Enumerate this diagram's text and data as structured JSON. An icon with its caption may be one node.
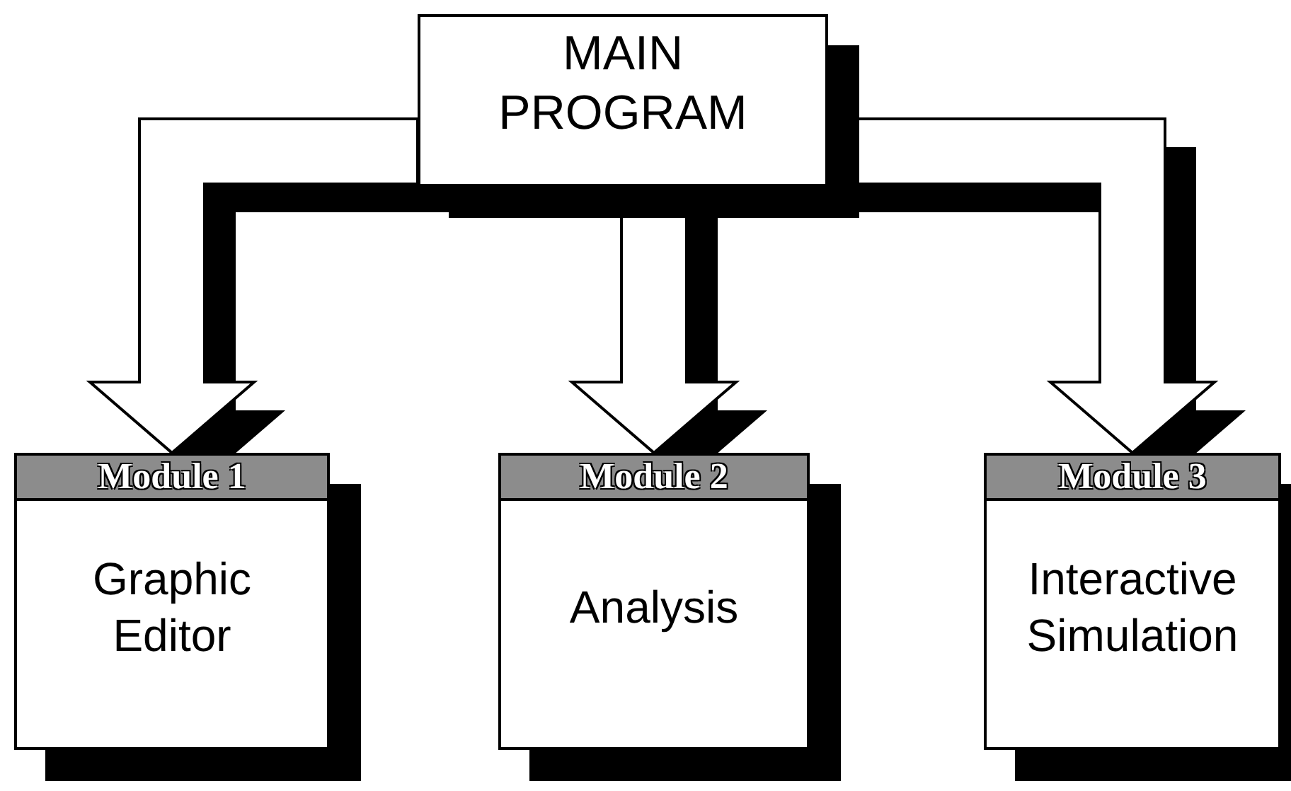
{
  "diagram": {
    "nodes": [
      {
        "text": [
          "MAIN PROGRAM"
        ]
      },
      {
        "text": [
          "Module 1",
          "Graphic Editor"
        ]
      },
      {
        "text": [
          "Module 2",
          "Analysis"
        ]
      },
      {
        "text": [
          "Module 3",
          "Interactive Simulation"
        ]
      }
    ],
    "edges": [
      {
        "from": 0,
        "to": 1,
        "arrow": "to"
      },
      {
        "from": 0,
        "to": 2,
        "arrow": "to"
      },
      {
        "from": 0,
        "to": 3,
        "arrow": "to"
      }
    ]
  }
}
